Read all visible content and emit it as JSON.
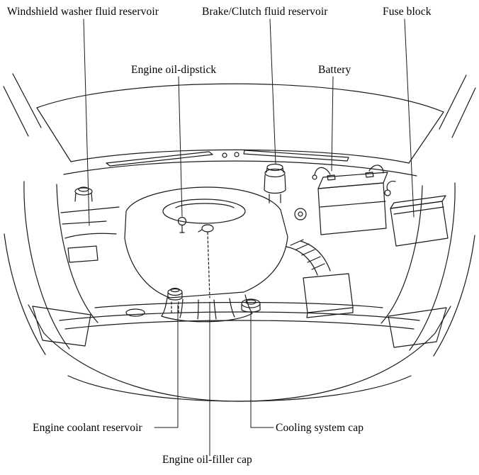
{
  "figure": {
    "kind": "owner-manual line illustration",
    "subject": "Engine compartment component locations (front view, hood open)"
  },
  "colors": {
    "line": "#1a1a1a",
    "background": "#ffffff"
  },
  "labels": {
    "washer": "Windshield washer fluid reservoir",
    "brake_clutch": "Brake/Clutch fluid reservoir",
    "fuse_block": "Fuse block",
    "engine_oil_dipstick": "Engine oil-dipstick",
    "battery": "Battery",
    "engine_coolant": "Engine coolant reservoir",
    "cooling_system_cap": "Cooling system cap",
    "engine_oil_filler": "Engine oil-filler cap"
  }
}
